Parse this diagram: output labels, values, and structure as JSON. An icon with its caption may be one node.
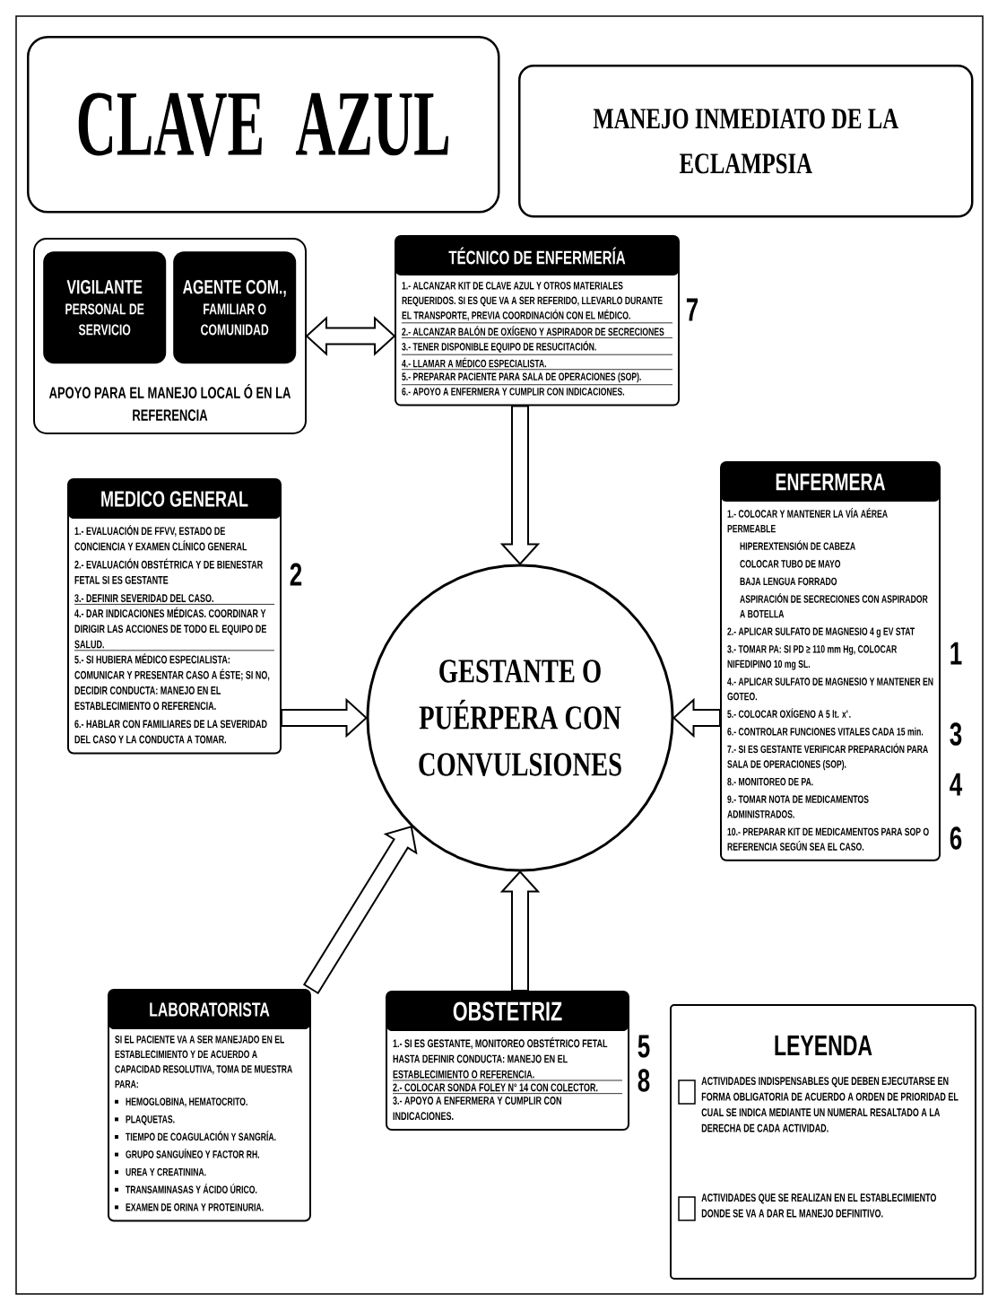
{
  "diagram": {
    "nodes": [
      {
        "text": [
          "CLAVE AZUL"
        ]
      },
      {
        "text": [
          "MANEJO INMEDIATO DE LA ECLAMPSIA"
        ]
      },
      {
        "text": [
          "APOYO PARA EL MANEJO LOCAL Ó EN LA REFERENCIA"
        ]
      },
      {
        "text": [
          "VIGILANTE",
          "PERSONAL DE SERVICIO"
        ],
        "in": 2
      },
      {
        "text": [
          "AGENTE COM.,",
          "FAMILIAR O COMUNIDAD"
        ],
        "in": 2
      },
      {
        "text": [
          "TÉCNICO DE ENFERMERÍA",
          "1.- ALCANZAR KIT DE CLAVE AZUL Y OTROS MATERIALES REQUERIDOS. SI ES QUE VA A SER REFERIDO, LLEVARLO DURANTE EL TRANSPORTE, PREVIA COORDINACIÓN CON EL MÉDICO.",
          "2.- ALCANZAR BALÓN DE OXÍGENO Y ASPIRADOR DE SECRECIONES",
          "3.- TENER DISPONIBLE EQUIPO DE RESUCITACIÓN.",
          "4.- LLAMAR A MÉDICO ESPECIALISTA.",
          "5.- PREPARAR PACIENTE PARA SALA DE OPERACIONES (SOP).",
          "6.- APOYO A ENFERMERA Y CUMPLIR CON INDICACIONES."
        ],
        "beside": [
          "7"
        ]
      },
      {
        "text": [
          "MEDICO GENERAL",
          "1.- EVALUACIÓN DE FFVV, ESTADO DE CONCIENCIA Y EXAMEN CLÍNICO GENERAL",
          "2.- EVALUACIÓN OBSTÉTRICA Y DE BIENESTAR FETAL SI ES GESTANTE",
          "3.- DEFINIR SEVERIDAD DEL CASO.",
          "4.- DAR INDICACIONES MÉDICAS. COORDINAR Y DIRIGIR LAS ACCIONES DE TODO EL EQUIPO DE SALUD.",
          "5.- SI HUBIERA MÉDICO ESPECIALISTA: COMUNICAR Y PRESENTAR CASO A ÉSTE; SI NO, DECIDIR CONDUCTA: MANEJO EN EL ESTABLECIMIENTO O REFERENCIA.",
          "6.- HABLAR CON FAMILIARES DE LA SEVERIDAD DEL CASO Y LA CONDUCTA A TOMAR."
        ],
        "beside": [
          "2"
        ]
      },
      {
        "text": [
          "GESTANTE O PUÉRPERA CON CONVULSIONES"
        ]
      },
      {
        "text": [
          "ENFERMERA",
          "1.- COLOCAR Y MANTENER LA VÍA AÉREA PERMEABLE",
          "HIPEREXTENSIÓN DE CABEZA",
          "COLOCAR TUBO DE MAYO",
          "BAJA LENGUA FORRADO",
          "ASPIRACIÓN DE SECRECIONES CON ASPIRADOR A BOTELLA",
          "2.- APLICAR SULFATO DE MAGNESIO 4 g EV STAT",
          "3.- TOMAR PA: SI PD ≥ 110 mm Hg, COLOCAR NIFEDIPINO 10 mg SL.",
          "4.- APLICAR SULFATO DE MAGNESIO Y MANTENER EN GOTEO.",
          "5.- COLOCAR OXÍGENO A 5 lt. x'.",
          "6.- CONTROLAR FUNCIONES VITALES CADA 15 min.",
          "7.- SI ES GESTANTE VERIFICAR PREPARACIÓN PARA SALA DE OPERACIONES (SOP).",
          "8.- MONITOREO DE PA.",
          "9.- TOMAR NOTA DE MEDICAMENTOS ADMINISTRADOS.",
          "10.- PREPARAR KIT DE MEDICAMENTOS PARA SOP O REFERENCIA SEGÚN SEA EL CASO."
        ],
        "beside": [
          "1",
          "3",
          "4",
          "6"
        ]
      },
      {
        "text": [
          "LABORATORISTA",
          "SI EL PACIENTE VA A SER MANEJADO EN EL ESTABLECIMIENTO Y DE ACUERDO A CAPACIDAD RESOLUTIVA, TOMA DE MUESTRA PARA:",
          "HEMOGLOBINA, HEMATOCRITO.",
          "PLAQUETAS.",
          "TIEMPO DE COAGULACIÓN Y SANGRÍA.",
          "GRUPO SANGUÍNEO Y FACTOR RH.",
          "UREA Y CREATININA.",
          "TRANSAMINASAS Y ÁCIDO ÚRICO.",
          "EXAMEN DE ORINA Y PROTEINURIA."
        ]
      },
      {
        "text": [
          "OBSTETRIZ",
          "1.- SI ES GESTANTE, MONITOREO OBSTÉTRICO FETAL HASTA DEFINIR CONDUCTA: MANEJO EN EL ESTABLECIMIENTO O REFERENCIA.",
          "2.- COLOCAR SONDA FOLEY N° 14 CON COLECTOR.",
          "3.- APOYO A ENFERMERA Y CUMPLIR CON INDICACIONES."
        ],
        "beside": [
          "5",
          "8"
        ]
      }
    ],
    "edges": [
      {
        "from": 2,
        "to": 5,
        "arrow": "both"
      },
      {
        "from": 5,
        "to": 7,
        "arrow": "to"
      },
      {
        "from": 6,
        "to": 7,
        "arrow": "to"
      },
      {
        "from": 8,
        "to": 7,
        "arrow": "to"
      },
      {
        "from": 9,
        "to": 7,
        "arrow": "to"
      },
      {
        "from": 10,
        "to": 7,
        "arrow": "to"
      }
    ],
    "labels": [
      "LEYENDA"
    ],
    "legend": [
      {
        "text": "ACTIVIDADES INDISPENSABLES QUE DEBEN EJECUTARSE EN FORMA OBLIGATORIA DE ACUERDO A ORDEN DE PRIORIDAD EL CUAL SE INDICA MEDIANTE UN NUMERAL RESALTADO A LA DERECHA DE CADA ACTIVIDAD."
      },
      {
        "text": "ACTIVIDADES QUE SE REALIZAN EN EL ESTABLECIMIENTO DONDE SE VA A DAR EL MANEJO DEFINITIVO."
      }
    ]
  }
}
